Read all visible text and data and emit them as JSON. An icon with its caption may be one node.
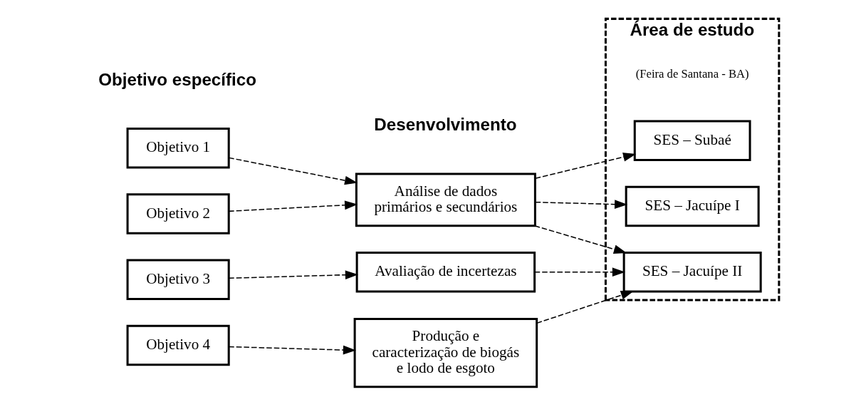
{
  "diagram": {
    "nodes": [
      {
        "text": [
          "Objetivo 1"
        ]
      },
      {
        "text": [
          "Objetivo 2"
        ]
      },
      {
        "text": [
          "Objetivo 3"
        ]
      },
      {
        "text": [
          "Objetivo 4"
        ]
      },
      {
        "text": [
          "Análise de dados primários e secundários"
        ]
      },
      {
        "text": [
          "Avaliação de incertezas"
        ]
      },
      {
        "text": [
          "Produção e caracterização de biogás e lodo de esgoto"
        ]
      },
      {
        "text": [
          "Área de estudo",
          "(Feira de Santana - BA)"
        ]
      },
      {
        "text": [
          "SES – Jacuípe I"
        ],
        "in": 7
      },
      {
        "text": [
          "SES – Jacuípe II"
        ],
        "in": 7
      },
      {
        "text": [
          "SES – Subaé"
        ],
        "in": 7
      }
    ],
    "edges": [
      {
        "from": 0,
        "to": 4,
        "arrow": "to",
        "style": "dashed"
      },
      {
        "from": 1,
        "to": 4,
        "arrow": "to",
        "style": "dashed"
      },
      {
        "from": 2,
        "to": 5,
        "arrow": "to",
        "style": "dashed"
      },
      {
        "from": 3,
        "to": 6,
        "arrow": "to",
        "style": "dashed"
      },
      {
        "from": 4,
        "to": 8,
        "arrow": "to",
        "style": "dashed"
      },
      {
        "from": 4,
        "to": 9,
        "arrow": "to",
        "style": "dashed"
      },
      {
        "from": 4,
        "to": 10,
        "arrow": "to",
        "style": "dashed"
      },
      {
        "from": 5,
        "to": 9,
        "arrow": "to",
        "style": "dashed"
      },
      {
        "from": 6,
        "to": 9,
        "arrow": "to",
        "style": "dashed"
      }
    ],
    "labels": [
      "Objetivo específico",
      "Desenvolvimento"
    ]
  }
}
